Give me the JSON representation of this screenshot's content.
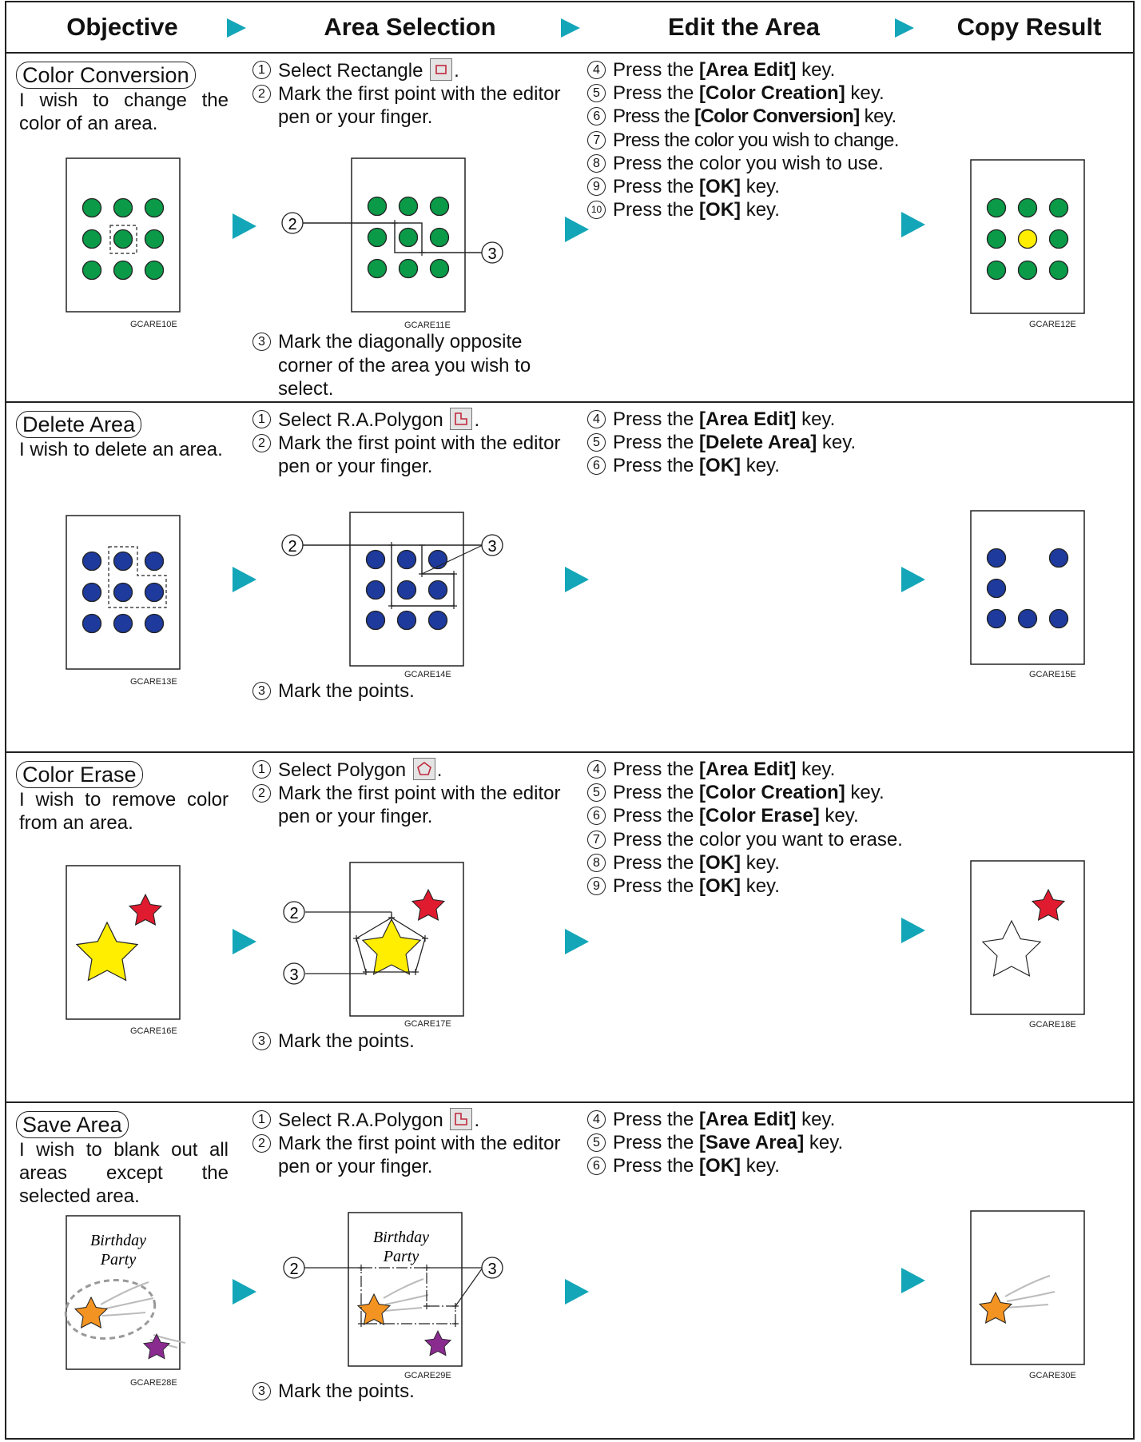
{
  "header": {
    "objective": "Objective",
    "area_selection": "Area Selection",
    "edit_area": "Edit the Area",
    "copy_result": "Copy Result"
  },
  "colors": {
    "accent_arrow": "#13a6b8",
    "green_dot": "#0a9a48",
    "blue_dot": "#1d3a9c",
    "yellow": "#ffee00",
    "red_star": "#e01b30",
    "orange_star": "#f39422",
    "purple_star": "#8a2b8f"
  },
  "rows": [
    {
      "title": "Color Conversion",
      "desc": "I wish to change the color of an area.",
      "select": {
        "s1_pre": "Select Rectangle",
        "s1_post": ".",
        "s2": "Mark the first point with the editor pen or your finger.",
        "s3": "Mark the diagonally opposite corner of the area you wish to select.",
        "icon": "rectangle-tool-icon"
      },
      "edit": [
        {
          "num": "4",
          "pre": "Press the ",
          "key": "[Area Edit]",
          "post": " key."
        },
        {
          "num": "5",
          "pre": "Press the ",
          "key": "[Color Creation]",
          "post": " key."
        },
        {
          "num": "6",
          "pre": "Press the ",
          "key": "[Color Conversion]",
          "post": " key."
        },
        {
          "num": "7",
          "pre": "Press the color you wish to change.",
          "key": "",
          "post": ""
        },
        {
          "num": "8",
          "pre": "Press the color you wish to use.",
          "key": "",
          "post": ""
        },
        {
          "num": "9",
          "pre": "Press the ",
          "key": "[OK]",
          "post": " key."
        },
        {
          "num": "10",
          "pre": "Press the ",
          "key": "[OK]",
          "post": " key."
        }
      ],
      "codes": [
        "GCARE10E",
        "GCARE11E",
        "GCARE12E"
      ]
    },
    {
      "title": "Delete Area",
      "desc": "I wish to delete an area.",
      "select": {
        "s1_pre": "Select R.A.Polygon",
        "s1_post": ".",
        "s2": "Mark the first point with the editor pen or your finger.",
        "s3": "Mark the points.",
        "icon": "ra-polygon-tool-icon"
      },
      "edit": [
        {
          "num": "4",
          "pre": "Press the ",
          "key": "[Area Edit]",
          "post": " key."
        },
        {
          "num": "5",
          "pre": "Press the ",
          "key": "[Delete Area]",
          "post": " key."
        },
        {
          "num": "6",
          "pre": "Press the ",
          "key": "[OK]",
          "post": " key."
        }
      ],
      "codes": [
        "GCARE13E",
        "GCARE14E",
        "GCARE15E"
      ]
    },
    {
      "title": "Color Erase",
      "desc": "I wish to remove color from an area.",
      "select": {
        "s1_pre": "Select Polygon",
        "s1_post": ".",
        "s2": "Mark the first point with the editor pen or your finger.",
        "s3": "Mark the points.",
        "icon": "polygon-tool-icon"
      },
      "edit": [
        {
          "num": "4",
          "pre": "Press the ",
          "key": "[Area Edit]",
          "post": " key."
        },
        {
          "num": "5",
          "pre": "Press the ",
          "key": "[Color Creation]",
          "post": " key."
        },
        {
          "num": "6",
          "pre": "Press the ",
          "key": "[Color Erase]",
          "post": " key."
        },
        {
          "num": "7",
          "pre": "Press the color you want to erase.",
          "key": "",
          "post": ""
        },
        {
          "num": "8",
          "pre": "Press the ",
          "key": "[OK]",
          "post": " key."
        },
        {
          "num": "9",
          "pre": "Press the ",
          "key": "[OK]",
          "post": " key."
        }
      ],
      "codes": [
        "GCARE16E",
        "GCARE17E",
        "GCARE18E"
      ]
    },
    {
      "title": "Save Area",
      "desc": "I wish to blank out all areas except the selected area.",
      "select": {
        "s1_pre": "Select R.A.Polygon",
        "s1_post": ".",
        "s2": "Mark the first point with the editor pen or your finger.",
        "s3": "Mark the points.",
        "icon": "ra-polygon-tool-icon"
      },
      "edit": [
        {
          "num": "4",
          "pre": "Press the ",
          "key": "[Area Edit]",
          "post": " key."
        },
        {
          "num": "5",
          "pre": "Press the ",
          "key": "[Save Area]",
          "post": " key."
        },
        {
          "num": "6",
          "pre": "Press the ",
          "key": "[OK]",
          "post": " key."
        }
      ],
      "codes": [
        "GCARE28E",
        "GCARE29E",
        "GCARE30E"
      ]
    }
  ],
  "callouts": {
    "two": "2",
    "three": "3",
    "one": "1"
  },
  "card_text": {
    "line1": "Birthday",
    "line2": "Party"
  }
}
